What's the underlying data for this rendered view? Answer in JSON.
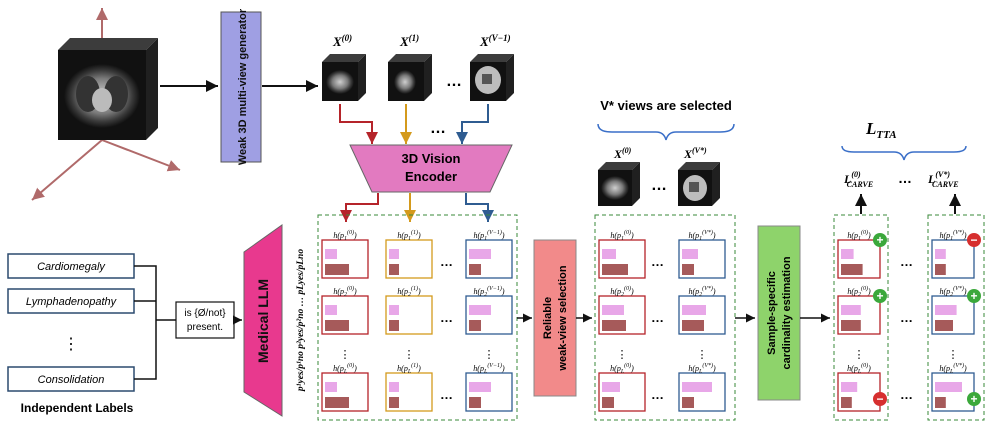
{
  "generator": {
    "label": "Weak 3D multi-view generator"
  },
  "views": {
    "labels": [
      "X",
      "X",
      "X"
    ],
    "sups": [
      "(0)",
      "(1)",
      "(V−1)"
    ],
    "ellipsis": "…"
  },
  "encoder": {
    "line1": "3D Vision",
    "line2": "Encoder"
  },
  "labels_panel": {
    "items": [
      "Cardiomegaly",
      "Lymphadenopathy",
      "Consolidation"
    ],
    "vdots": "⋮",
    "caption": "Independent Labels"
  },
  "prompt": {
    "line1": "is {Ø/not}",
    "line2": "present."
  },
  "llm": {
    "label": "Medical LLM",
    "side_text": "p¹yes/p¹no    p²yes/p²no  …  pLyes/pLno"
  },
  "hcells": {
    "h": "h(p",
    "col_sups": [
      "(0)",
      "(1)",
      "(V−1)"
    ],
    "row_subs": [
      "1",
      "2",
      "L"
    ]
  },
  "selection": {
    "line1": "Reliable",
    "line2": "weak-view selection"
  },
  "selected": {
    "title": "V* views are selected",
    "sups": [
      "(0)",
      "(V*)"
    ],
    "col_sups": [
      "(0)",
      "(V*)"
    ]
  },
  "cardinality": {
    "line1": "Sample-specific",
    "line2": "cardinality estimation"
  },
  "loss": {
    "total": "L",
    "total_sub": "TTA",
    "items": [
      {
        "main": "L",
        "sup": "(0)",
        "sub": "CARVE"
      },
      {
        "main": "L",
        "sup": "(V*)",
        "sub": "CARVE"
      }
    ]
  },
  "signs": {
    "plus": "+",
    "minus": "−"
  },
  "colors": {
    "red": "#b5242a",
    "orange": "#d49a1c",
    "blue": "#2f5c91",
    "green": "#3ba83b",
    "minus_red": "#d62f2f",
    "pink_bar": "#e8a7e8",
    "brown_bar": "#a65a5a",
    "encoder_fill": "#e27ac0",
    "llm_fill": "#e8398e",
    "generator_fill": "#9f9fe3",
    "selection_fill": "#f28a8a",
    "cardinality_fill": "#8ed36b"
  }
}
